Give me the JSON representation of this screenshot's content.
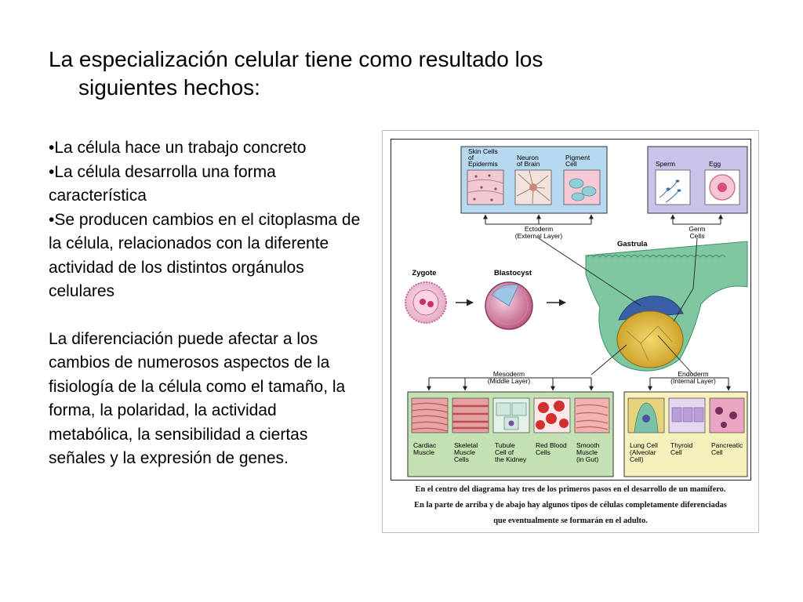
{
  "slide": {
    "title_line1": "La especialización celular tiene como resultado los",
    "title_line2": "siguientes hechos:",
    "bullets": [
      "•La célula hace un trabajo concreto",
      "•La célula desarrolla una forma característica",
      "•Se producen cambios en el citoplasma de la célula, relacionados con la diferente actividad de los distintos orgánulos celulares"
    ],
    "paragraph": "La diferenciación puede afectar a los cambios de numerosos aspectos de la fisiología de la célula como el tamaño, la forma, la polaridad, la actividad metabólica, la sensibilidad a ciertas señales y la expresión de genes."
  },
  "diagram": {
    "top_cells": [
      {
        "label": [
          "Skin Cells",
          "of",
          "Epidermis"
        ]
      },
      {
        "label": [
          "Neuron",
          "of Brain"
        ]
      },
      {
        "label": [
          "Pigment",
          "Cell"
        ]
      }
    ],
    "germ_cells": [
      {
        "label": "Sperm"
      },
      {
        "label": "Egg"
      }
    ],
    "ectoderm_label": [
      "Ectoderm",
      "(External Layer)"
    ],
    "germ_label": [
      "Germ",
      "Cells"
    ],
    "gastrula": "Gastrula",
    "zygote": "Zygote",
    "blastocyst": "Blastocyst",
    "mesoderm_label": [
      "Mesoderm",
      "(Middle Layer)"
    ],
    "endoderm_label": [
      "Endoderm",
      "(Internal Layer)"
    ],
    "mesoderm_cells": [
      {
        "label": [
          "Cardiac",
          "Muscle"
        ]
      },
      {
        "label": [
          "Skeletal",
          "Muscle",
          "Cells"
        ]
      },
      {
        "label": [
          "Tubule",
          "Cell of",
          "the Kidney"
        ]
      },
      {
        "label": [
          "Red Blood",
          "Cells"
        ]
      },
      {
        "label": [
          "Smooth",
          "Muscle",
          "(in Gut)"
        ]
      }
    ],
    "endoderm_cells": [
      {
        "label": [
          "Lung Cell",
          "(Alveolar",
          "Cell)"
        ]
      },
      {
        "label": [
          "Thyroid",
          "Cell"
        ]
      },
      {
        "label": [
          "Pancreatic",
          "Cell"
        ]
      }
    ],
    "caption": [
      "En el centro del diagrama hay tres de los primeros pasos en el desarrollo de un mamífero.",
      "En la parte de arriba y de abajo hay algunos tipos de células completamente diferenciadas",
      "que eventualmente se formarán en el adulto."
    ],
    "colors": {
      "ectoderm_box": "#b6d9ef",
      "germ_box": "#c9c3ea",
      "mesoderm_box": "#c4e1b4",
      "endoderm_box": "#f6f0bd",
      "gastrula_green": "#7fc7a0",
      "yolk": "#d9b53a"
    }
  }
}
